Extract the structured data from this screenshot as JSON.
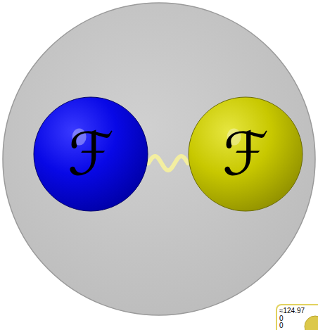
{
  "diagram": {
    "nodes": [
      {
        "text": [
          "ℱ"
        ]
      },
      {
        "text": [
          "ℱ"
        ]
      },
      {
        "text": [
          "≈124.97",
          "0",
          "0"
        ]
      }
    ],
    "edges": [
      {
        "from": 0,
        "to": 1,
        "arrow": "none"
      }
    ]
  }
}
